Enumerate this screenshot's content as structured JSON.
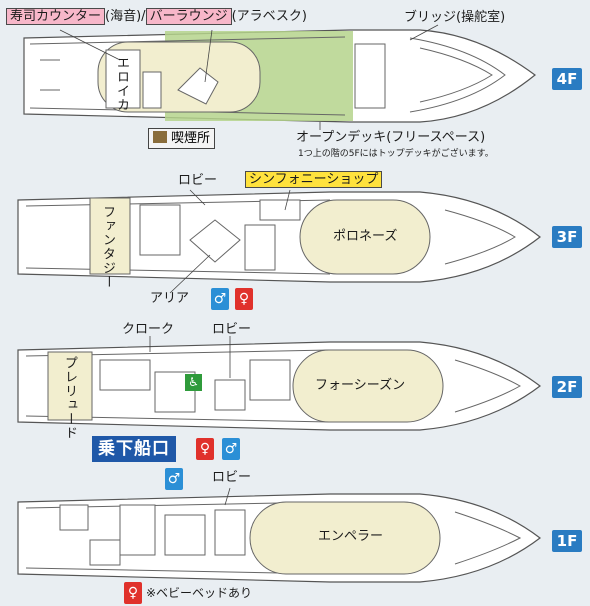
{
  "decks": [
    {
      "level": "4F"
    },
    {
      "level": "3F"
    },
    {
      "level": "2F"
    },
    {
      "level": "1F"
    }
  ],
  "labels": {
    "sushi": "寿司カウンター",
    "sushi_sub": "(海音)",
    "slash": "/",
    "bar": "バーラウンジ",
    "bar_sub": "(アラベスク)",
    "bridge": "ブリッジ(操舵室)",
    "elevator_4f": "エロイカ",
    "smoking": "喫煙所",
    "open_deck": "オープンデッキ(フリースペース)",
    "open_deck_note": "1つ上の階の5Fにはトップデッキがございます。",
    "lobby_3f": "ロビー",
    "symphony_shop": "シンフォニーショップ",
    "fantasy": "ファンタジー",
    "polonaise": "ポロネーズ",
    "aria": "アリア",
    "cloak": "クローク",
    "lobby_2f": "ロビー",
    "prelude": "プレリュード",
    "four_seasons": "フォーシーズン",
    "boarding": "乗下船口",
    "lobby_1f": "ロビー",
    "emperor": "エンペラー",
    "baby_bed": "※ベビーベッドあり"
  },
  "icons": {
    "toilet_men": "男性トイレ",
    "toilet_women": "女性トイレ",
    "wheelchair": "車椅子対応トイレ",
    "smoking": "喫煙マーク"
  },
  "colors": {
    "badge": "#2a7cc2",
    "open_deck": "#b5d38c",
    "room": "#f2eecf",
    "sushi_tag": "#f7b7c9",
    "shop_tag": "#ffe23d",
    "boarding": "#1f58a8",
    "toilet_men": "#2b8fd6",
    "toilet_women": "#e0312b",
    "wheelchair": "#2f9b3b"
  }
}
